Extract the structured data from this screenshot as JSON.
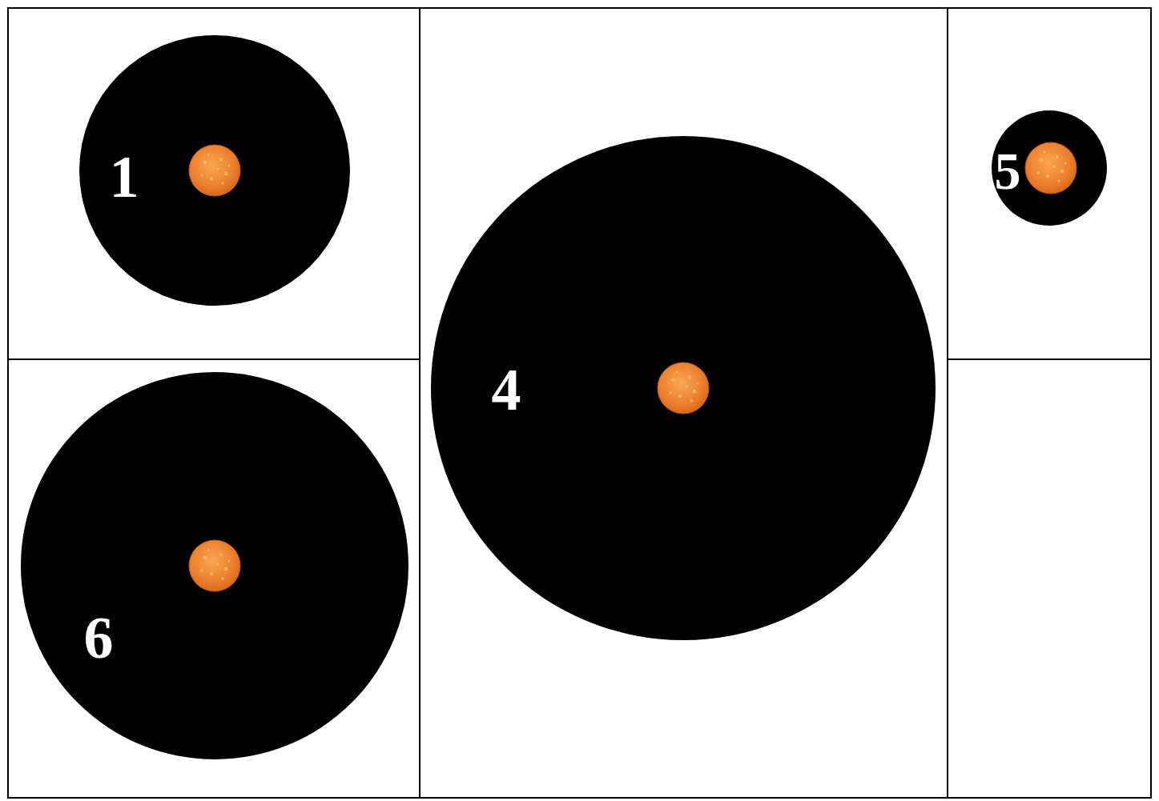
{
  "diagram": {
    "nodes": [
      {
        "text": [
          "1"
        ]
      },
      {
        "text": [
          "4"
        ]
      },
      {
        "text": [
          "5"
        ]
      },
      {
        "text": [
          "6"
        ]
      }
    ]
  }
}
